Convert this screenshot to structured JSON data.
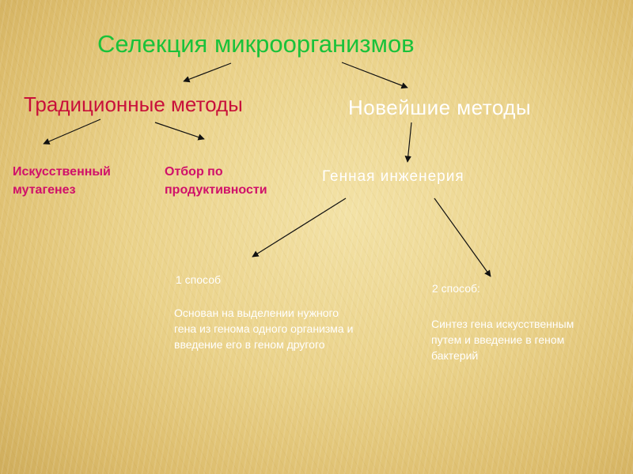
{
  "title": "Селекция  микроорганизмов",
  "branches": {
    "traditional": "Традиционные методы",
    "newest": "Новейшие методы"
  },
  "traditional_methods": {
    "mutagenesis": "Искусственный мутагенез",
    "selection": "Отбор по продуктивности"
  },
  "genetic_engineering": "Генная инженерия",
  "method1": {
    "title": "1 способ",
    "description": " Основан на выделении нужного гена из генома одного организма и введение его в геном другого"
  },
  "method2": {
    "title": "2 способ:",
    "description": "Синтез гена искусственным путем и введение в геном бактерий"
  },
  "colors": {
    "title": "#19c23a",
    "traditional": "#c8103a",
    "newest": "#ffffff",
    "pink_text": "#d0106a",
    "white_text": "#ffffff",
    "arrow": "#111111"
  }
}
